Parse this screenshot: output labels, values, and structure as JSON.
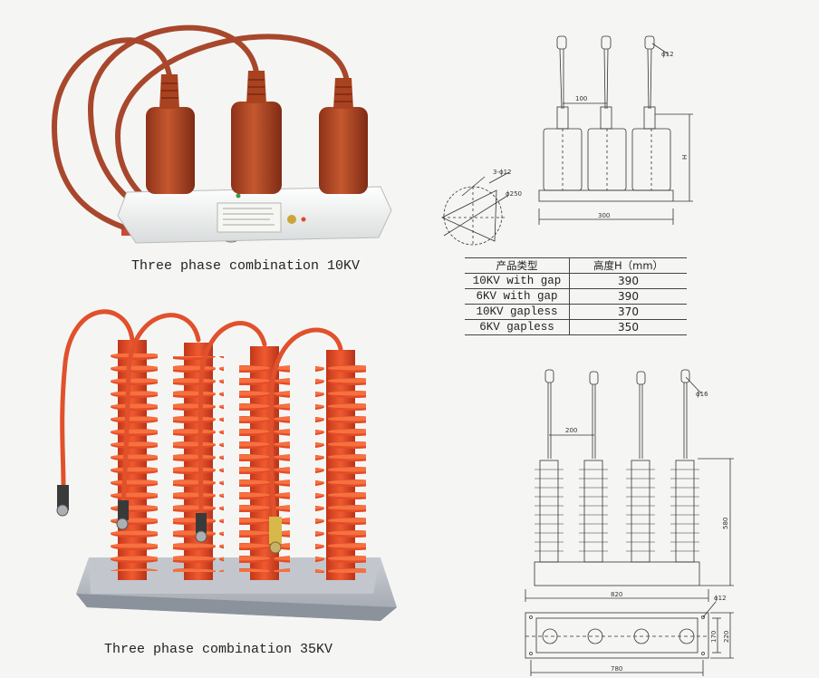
{
  "captions": {
    "top": "Three phase combination 10KV",
    "bottom": "Three phase combination 35KV"
  },
  "drawing_top": {
    "hole_dia": "ϕ12",
    "spacing": "100",
    "height_label": "H",
    "width": "300",
    "mount_holes": "3-ϕ12",
    "circle_dia": "ϕ250"
  },
  "spec_table": {
    "headers": [
      "产品类型",
      "高度H（mm）"
    ],
    "rows": [
      {
        "type": "10KV with gap",
        "height": "390"
      },
      {
        "type": "6KV with gap",
        "height": "390"
      },
      {
        "type": "10KV gapless",
        "height": "370"
      },
      {
        "type": "6KV gapless",
        "height": "350"
      }
    ]
  },
  "drawing_bottom": {
    "hole_dia": "ϕ16",
    "spacing": "200",
    "height": "580",
    "width": "820",
    "base_hole": "ϕ12",
    "base_length": "780",
    "base_inner": "170",
    "base_outer": "220"
  },
  "colors": {
    "housing_10kv": "#b6482a",
    "housing_35kv": "#e04a26",
    "cable": "#a8472c"
  }
}
